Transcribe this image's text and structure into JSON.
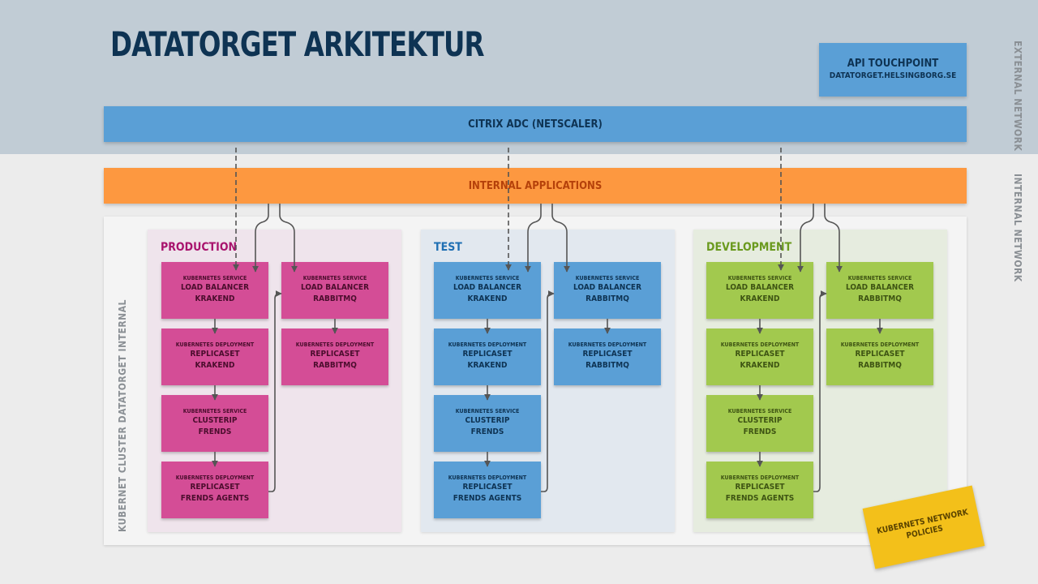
{
  "title": "DATATORGET ARKITEKTUR",
  "zones": {
    "external": "EXTERNAL NETWORK",
    "internal": "INTERNAL NETWORK",
    "cluster": "KUBERNET CLUSTER DATATORGET INTERNAL"
  },
  "api": {
    "title": "API TOUCHPOINT",
    "url": "DATATORGET.HELSINGBORG.SE"
  },
  "citrix": "CITRIX ADC (NETSCALER)",
  "internal_apps": "INTERNAL APPLICATIONS",
  "policies": [
    "KUBERNETS NETWORK",
    "POLICIES"
  ],
  "colors": {
    "external_band": "#c1ccd5",
    "citrix": "#5a9fd6",
    "internal_apps": "#fd9840",
    "production": "#d44d96",
    "test": "#5a9fd6",
    "development": "#a2c94e",
    "policies": "#f3c01a"
  },
  "environments": [
    {
      "name": "PRODUCTION",
      "cards": {
        "lb_krakend": {
          "kind": "KUBERNETES SERVICE",
          "l1": "LOAD BALANCER",
          "l2": "KRAKEND"
        },
        "lb_rabbit": {
          "kind": "KUBERNETES SERVICE",
          "l1": "LOAD BALANCER",
          "l2": "RABBITMQ"
        },
        "rs_krakend": {
          "kind": "KUBERNETES DEPLOYMENT",
          "l1": "REPLICASET",
          "l2": "KRAKEND"
        },
        "rs_rabbit": {
          "kind": "KUBERNETES DEPLOYMENT",
          "l1": "REPLICASET",
          "l2": "RABBITMQ"
        },
        "clusterip": {
          "kind": "KUBERNETES SERVICE",
          "l1": "CLUSTERIP",
          "l2": "FRENDS"
        },
        "agents": {
          "kind": "KUBERNETES DEPLOYMENT",
          "l1": "REPLICASET",
          "l2": "FRENDS AGENTS"
        }
      }
    },
    {
      "name": "TEST",
      "cards": {
        "lb_krakend": {
          "kind": "KUBERNETES SERVICE",
          "l1": "LOAD BALANCER",
          "l2": "KRAKEND"
        },
        "lb_rabbit": {
          "kind": "KUBERNETES SERVICE",
          "l1": "LOAD BALANCER",
          "l2": "RABBITMQ"
        },
        "rs_krakend": {
          "kind": "KUBERNETES DEPLOYMENT",
          "l1": "REPLICASET",
          "l2": "KRAKEND"
        },
        "rs_rabbit": {
          "kind": "KUBERNETES DEPLOYMENT",
          "l1": "REPLICASET",
          "l2": "RABBITMQ"
        },
        "clusterip": {
          "kind": "KUBERNETES SERVICE",
          "l1": "CLUSTERIP",
          "l2": "FRENDS"
        },
        "agents": {
          "kind": "KUBERNETES DEPLOYMENT",
          "l1": "REPLICASET",
          "l2": "FRENDS AGENTS"
        }
      }
    },
    {
      "name": "DEVELOPMENT",
      "cards": {
        "lb_krakend": {
          "kind": "KUBERNETES SERVICE",
          "l1": "LOAD BALANCER",
          "l2": "KRAKEND"
        },
        "lb_rabbit": {
          "kind": "KUBERNETES SERVICE",
          "l1": "LOAD BALANCER",
          "l2": "RABBITMQ"
        },
        "rs_krakend": {
          "kind": "KUBERNETES DEPLOYMENT",
          "l1": "REPLICASET",
          "l2": "KRAKEND"
        },
        "rs_rabbit": {
          "kind": "KUBERNETES DEPLOYMENT",
          "l1": "REPLICASET",
          "l2": "RABBITMQ"
        },
        "clusterip": {
          "kind": "KUBERNETES SERVICE",
          "l1": "CLUSTERIP",
          "l2": "FRENDS"
        },
        "agents": {
          "kind": "KUBERNETES DEPLOYMENT",
          "l1": "REPLICASET",
          "l2": "FRENDS AGENTS"
        }
      }
    }
  ]
}
